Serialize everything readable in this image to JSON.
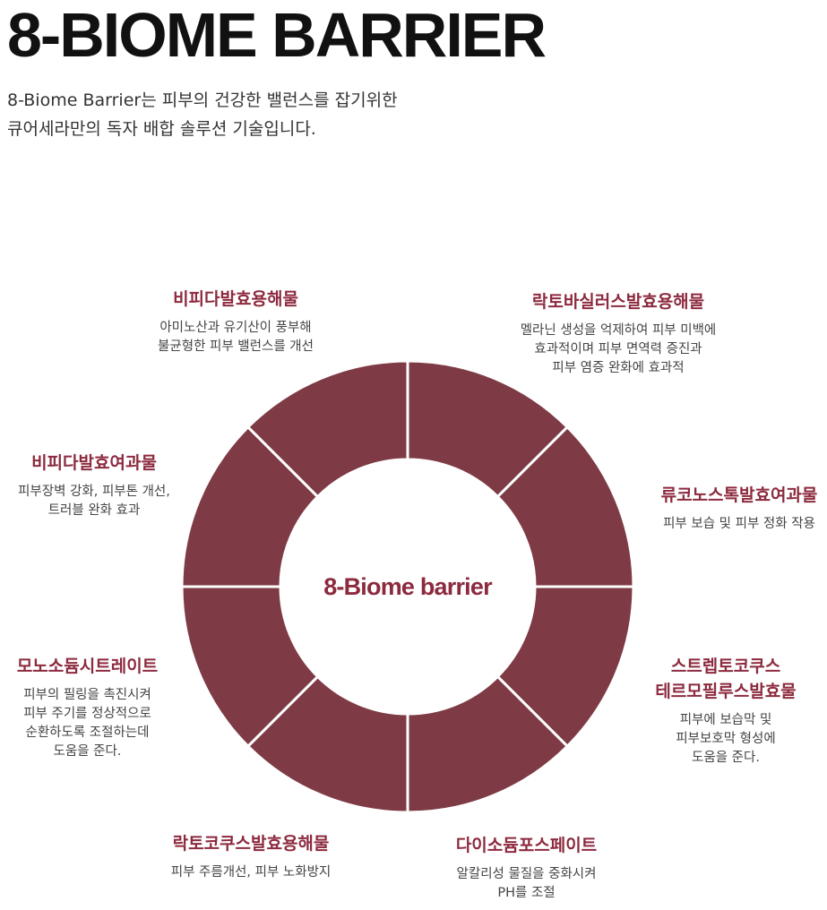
{
  "title": "8-BIOME BARRIER",
  "intro": [
    "8-Biome Barrier는 피부의 건강한 밸런스를 잡기위한",
    "큐어세라만의 독자 배합 솔루션 기술입니다."
  ],
  "diagram": {
    "center_label": "8-Biome barrier",
    "segment_count": 8,
    "colors": {
      "fill": "#7e3b45",
      "separator": "#ffffff",
      "accent_text": "#8c2a3e"
    },
    "items": [
      {
        "name": [
          "락토바실러스발효용해물"
        ],
        "desc": [
          "멜라닌 생성을 억제하여 피부 미백에",
          "효과적이며 피부 면역력 증진과",
          "피부 염증 완화에 효과적"
        ]
      },
      {
        "name": [
          "류코노스톡발효여과물"
        ],
        "desc": [
          "피부 보습 및 피부 정화 작용"
        ]
      },
      {
        "name": [
          "스트렙토코쿠스",
          "테르모필루스발효물"
        ],
        "desc": [
          "피부에 보습막 및",
          "피부보호막 형성에",
          "도움을 준다."
        ]
      },
      {
        "name": [
          "다이소듐포스페이트"
        ],
        "desc": [
          "알칼리성 물질을 중화시켜",
          "PH를 조절"
        ]
      },
      {
        "name": [
          "락토코쿠스발효용해물"
        ],
        "desc": [
          "피부 주름개선, 피부 노화방지"
        ]
      },
      {
        "name": [
          "모노소듐시트레이트"
        ],
        "desc": [
          "피부의 필링을 촉진시켜",
          "피부 주기를 정상적으로",
          "순환하도록 조절하는데",
          "도움을 준다."
        ]
      },
      {
        "name": [
          "비피다발효여과물"
        ],
        "desc": [
          "피부장벽 강화, 피부톤 개선,",
          "트러블 완화 효과"
        ]
      },
      {
        "name": [
          "비피다발효용해물"
        ],
        "desc": [
          "아미노산과 유기산이 풍부해",
          "불균형한 피부 밸런스를 개선"
        ]
      }
    ]
  }
}
